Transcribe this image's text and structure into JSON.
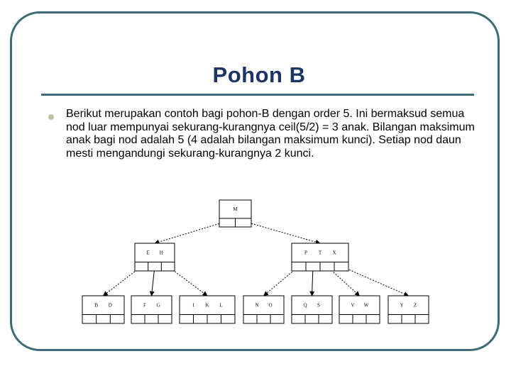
{
  "slide": {
    "title": "Pohon B",
    "bullet": "Berikut merupakan contoh bagi pohon-B dengan order 5. Ini bermaksud semua nod luar mempunyai sekurang-kurangnya ceil(5/2) = 3 anak. Bilangan maksimum anak bagi nod adalah 5 (4 adalah bilangan maksimum kunci). Setiap nod daun mesti mengandungi sekurang-kurangnya 2 kunci."
  },
  "tree": {
    "root": {
      "keys": [
        "M"
      ]
    },
    "level1": [
      {
        "keys": [
          "E",
          "H"
        ]
      },
      {
        "keys": [
          "P",
          "T",
          "X"
        ]
      }
    ],
    "leaves": [
      {
        "keys": [
          "B",
          "D"
        ]
      },
      {
        "keys": [
          "F",
          "G"
        ]
      },
      {
        "keys": [
          "I",
          "K",
          "L"
        ]
      },
      {
        "keys": [
          "N",
          "O"
        ]
      },
      {
        "keys": [
          "Q",
          "S"
        ]
      },
      {
        "keys": [
          "V",
          "W"
        ]
      },
      {
        "keys": [
          "Y",
          "Z"
        ]
      }
    ]
  },
  "colors": {
    "frame": "#3c6b73",
    "title": "#1c3564",
    "bullet": "#b9c2a2"
  }
}
